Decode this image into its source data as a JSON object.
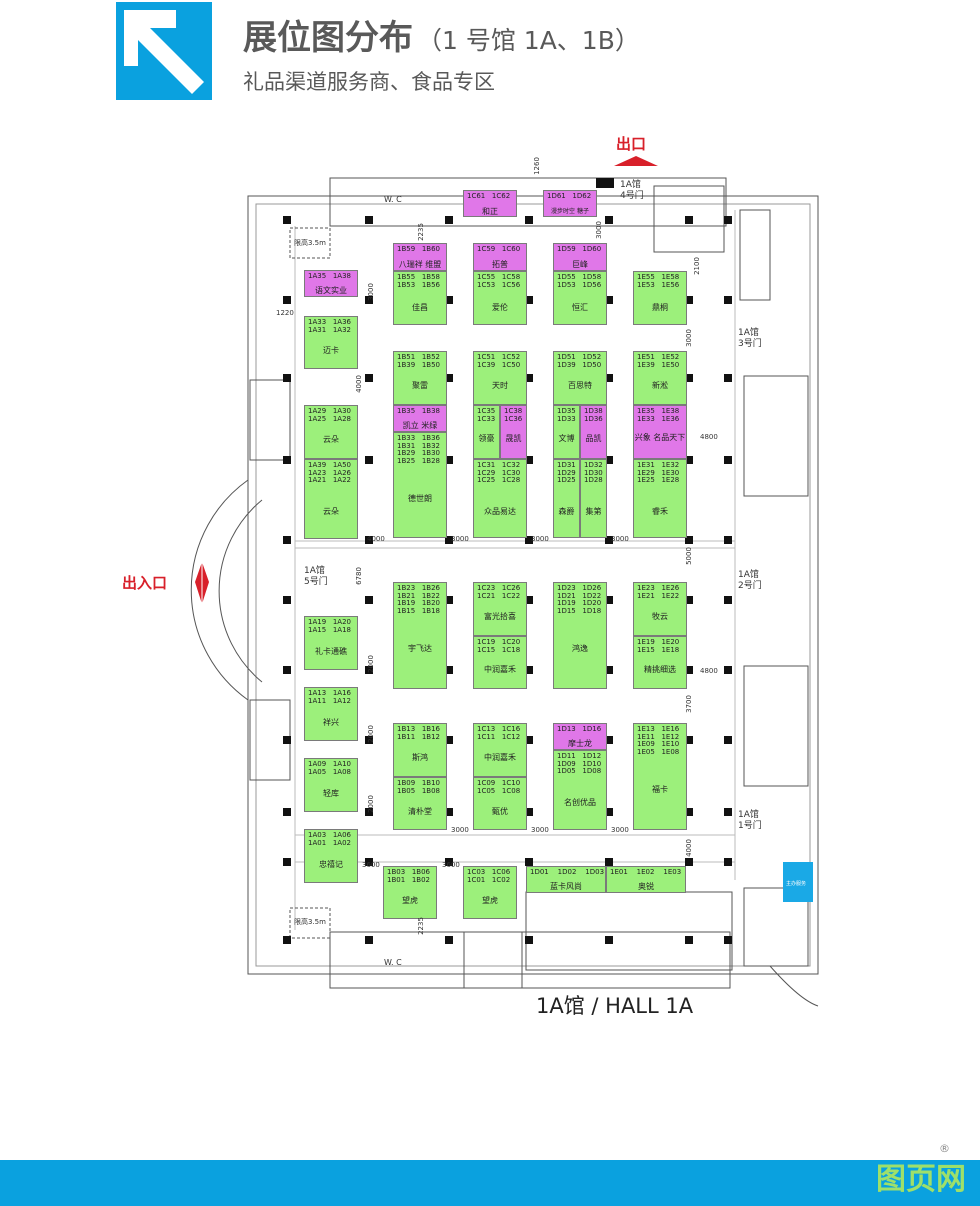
{
  "header": {
    "title": "展位图分布",
    "title_sub": "（1 号馆  1A、1B）",
    "subtitle": "礼品渠道服务商、食品专区"
  },
  "colors": {
    "booth_green": "#9cf07b",
    "booth_purple": "#e077e8",
    "accent_blue": "#0aa1df",
    "exit_red": "#d8202a"
  },
  "labels": {
    "exit": "出口",
    "entrance_exit": "出入口",
    "hall_title": "1A馆  / HALL 1A",
    "wc_top": "W. C",
    "wc_bottom": "W. C",
    "gate4": "1A馆\n4号门",
    "gate3": "1A馆\n3号门",
    "gate2": "1A馆\n2号门",
    "gate1": "1A馆\n1号门",
    "gate5": "1A馆\n5号门",
    "height_top": "限高3.5m",
    "height_bottom": "限高3.5m",
    "service": "主办服务"
  },
  "dimensions": [
    "1260",
    "2235",
    "3000",
    "2100",
    "1220",
    "3000",
    "3000",
    "4000",
    "4800",
    "4000",
    "3000",
    "3000",
    "3000",
    "5000",
    "6780",
    "2000",
    "4800",
    "3700",
    "2000",
    "2000",
    "3000",
    "3000",
    "3000",
    "4000",
    "3600",
    "3600",
    "2235"
  ],
  "booths": [
    {
      "id": "b1c61",
      "codes": "1C61   1C62",
      "name": "和正",
      "color": "purple"
    },
    {
      "id": "b1d61",
      "codes": "1D61   1D62",
      "name": "漫步时空   糖子",
      "color": "purple"
    },
    {
      "id": "b1b59",
      "codes": "1B59   1B60",
      "name": "八瑞祥   维盟",
      "color": "purple"
    },
    {
      "id": "b1c59",
      "codes": "1C59   1C60",
      "name": "拓普",
      "color": "purple"
    },
    {
      "id": "b1d59",
      "codes": "1D59   1D60",
      "name": "巨峰",
      "color": "purple"
    },
    {
      "id": "b1a35",
      "codes": "1A35   1A38",
      "name": "语文实业",
      "color": "purple"
    },
    {
      "id": "b1b55",
      "codes": "1B55   1B58\n1B53   1B56",
      "name": "佳昌",
      "color": "green"
    },
    {
      "id": "b1c55",
      "codes": "1C55   1C58\n1C53   1C56",
      "name": "爱伦",
      "color": "green"
    },
    {
      "id": "b1d55",
      "codes": "1D55   1D58\n1D53   1D56",
      "name": "恒汇",
      "color": "green"
    },
    {
      "id": "b1e55",
      "codes": "1E55   1E58\n1E53   1E56",
      "name": "鼎桐",
      "color": "green"
    },
    {
      "id": "b1a33",
      "codes": "1A33   1A36\n1A31   1A32",
      "name": "迈卡",
      "color": "green"
    },
    {
      "id": "b1b51",
      "codes": "1B51   1B52\n1B39   1B50",
      "name": "聚雷",
      "color": "green"
    },
    {
      "id": "b1c51",
      "codes": "1C51   1C52\n1C39   1C50",
      "name": "天时",
      "color": "green"
    },
    {
      "id": "b1d51",
      "codes": "1D51   1D52\n1D39   1D50",
      "name": "百思特",
      "color": "green"
    },
    {
      "id": "b1e51",
      "codes": "1E51   1E52\n1E39   1E50",
      "name": "新淞",
      "color": "green"
    },
    {
      "id": "b1a29",
      "codes": "1A29   1A30\n1A25   1A28",
      "name": "云朵",
      "color": "green"
    },
    {
      "id": "b1b35",
      "codes": "1B35   1B38",
      "name": "凯立   米绿",
      "color": "purple"
    },
    {
      "id": "b1c35",
      "codes": "1C35\n1C33",
      "name": "领豪",
      "color": "green"
    },
    {
      "id": "b1c38",
      "codes": "1C38\n1C36",
      "name": "晟凯",
      "color": "purple"
    },
    {
      "id": "b1d35",
      "codes": "1D35\n1D33",
      "name": "文博",
      "color": "green"
    },
    {
      "id": "b1d38",
      "codes": "1D38\n1D36",
      "name": "品凯",
      "color": "purple"
    },
    {
      "id": "b1e35",
      "codes": "1E35   1E38\n1E33   1E36",
      "name": "兴象   名品天下",
      "color": "purple"
    },
    {
      "id": "b1b33",
      "codes": "1B33   1B36\n1B31   1B32\n1B29   1B30\n1B25   1B28",
      "name": "德世朗",
      "color": "green"
    },
    {
      "id": "b1a39",
      "codes": "1A39   1A50\n1A23   1A26\n1A21   1A22",
      "name": "云朵",
      "color": "green"
    },
    {
      "id": "b1c31",
      "codes": "1C31   1C32\n1C29   1C30\n1C25   1C28",
      "name": "众品易达",
      "color": "green"
    },
    {
      "id": "b1d31",
      "codes": "1D31\n1D29\n1D25",
      "name": "森爵",
      "color": "green"
    },
    {
      "id": "b1d32",
      "codes": "1D32\n1D30\n1D28",
      "name": "集第",
      "color": "green"
    },
    {
      "id": "b1e31",
      "codes": "1E31   1E32\n1E29   1E30\n1E25   1E28",
      "name": "睿禾",
      "color": "green"
    },
    {
      "id": "b1b23",
      "codes": "1B23   1B26\n1B21   1B22\n1B19   1B20\n1B15   1B18",
      "name": "宇飞达",
      "color": "green"
    },
    {
      "id": "b1c23",
      "codes": "1C23   1C26\n1C21   1C22",
      "name": "富光拾喜",
      "color": "green"
    },
    {
      "id": "b1c19",
      "codes": "1C19   1C20\n1C15   1C18",
      "name": "中润嘉禾",
      "color": "green"
    },
    {
      "id": "b1d23",
      "codes": "1D23   1D26\n1D21   1D22\n1D19   1D20\n1D15   1D18",
      "name": "鸿逸",
      "color": "green"
    },
    {
      "id": "b1e23",
      "codes": "1E23   1E26\n1E21   1E22",
      "name": "牧云",
      "color": "green"
    },
    {
      "id": "b1e19",
      "codes": "1E19   1E20\n1E15   1E18",
      "name": "精挑细选",
      "color": "green"
    },
    {
      "id": "b1a19",
      "codes": "1A19   1A20\n1A15   1A18",
      "name": "礼卡通礁",
      "color": "green"
    },
    {
      "id": "b1a13",
      "codes": "1A13   1A16\n1A11   1A12",
      "name": "祥兴",
      "color": "green"
    },
    {
      "id": "b1b13",
      "codes": "1B13   1B16\n1B11   1B12",
      "name": "斯鸿",
      "color": "green"
    },
    {
      "id": "b1c13",
      "codes": "1C13   1C16\n1C11   1C12",
      "name": "中润嘉禾",
      "color": "green"
    },
    {
      "id": "b1d13",
      "codes": "1D13   1D16",
      "name": "摩士龙",
      "color": "purple"
    },
    {
      "id": "b1d11",
      "codes": "1D11   1D12\n1D09   1D10\n1D05   1D08",
      "name": "名创优品",
      "color": "green"
    },
    {
      "id": "b1e13",
      "codes": "1E13   1E16\n1E11   1E12\n1E09   1E10\n1E05   1E08",
      "name": "福卡",
      "color": "green"
    },
    {
      "id": "b1a09",
      "codes": "1A09   1A10\n1A05   1A08",
      "name": "轻库",
      "color": "green"
    },
    {
      "id": "b1b09",
      "codes": "1B09   1B10\n1B05   1B08",
      "name": "清朴堂",
      "color": "green"
    },
    {
      "id": "b1c09",
      "codes": "1C09   1C10\n1C05   1C08",
      "name": "甄优",
      "color": "green"
    },
    {
      "id": "b1a03",
      "codes": "1A03   1A06\n1A01   1A02",
      "name": "忠禧记",
      "color": "green"
    },
    {
      "id": "b1b03",
      "codes": "1B03   1B06\n1B01   1B02",
      "name": "望虎",
      "color": "green"
    },
    {
      "id": "b1c03",
      "codes": "1C03   1C06\n1C01   1C02",
      "name": "望虎",
      "color": "green"
    },
    {
      "id": "b1d01",
      "codes": "1D01    1D02    1D03",
      "name": "蓝卡风尚",
      "color": "green"
    },
    {
      "id": "b1e01",
      "codes": "1E01    1E02    1E03",
      "name": "奥锐",
      "color": "green"
    }
  ],
  "watermark": "图页网",
  "reg_mark": "®"
}
